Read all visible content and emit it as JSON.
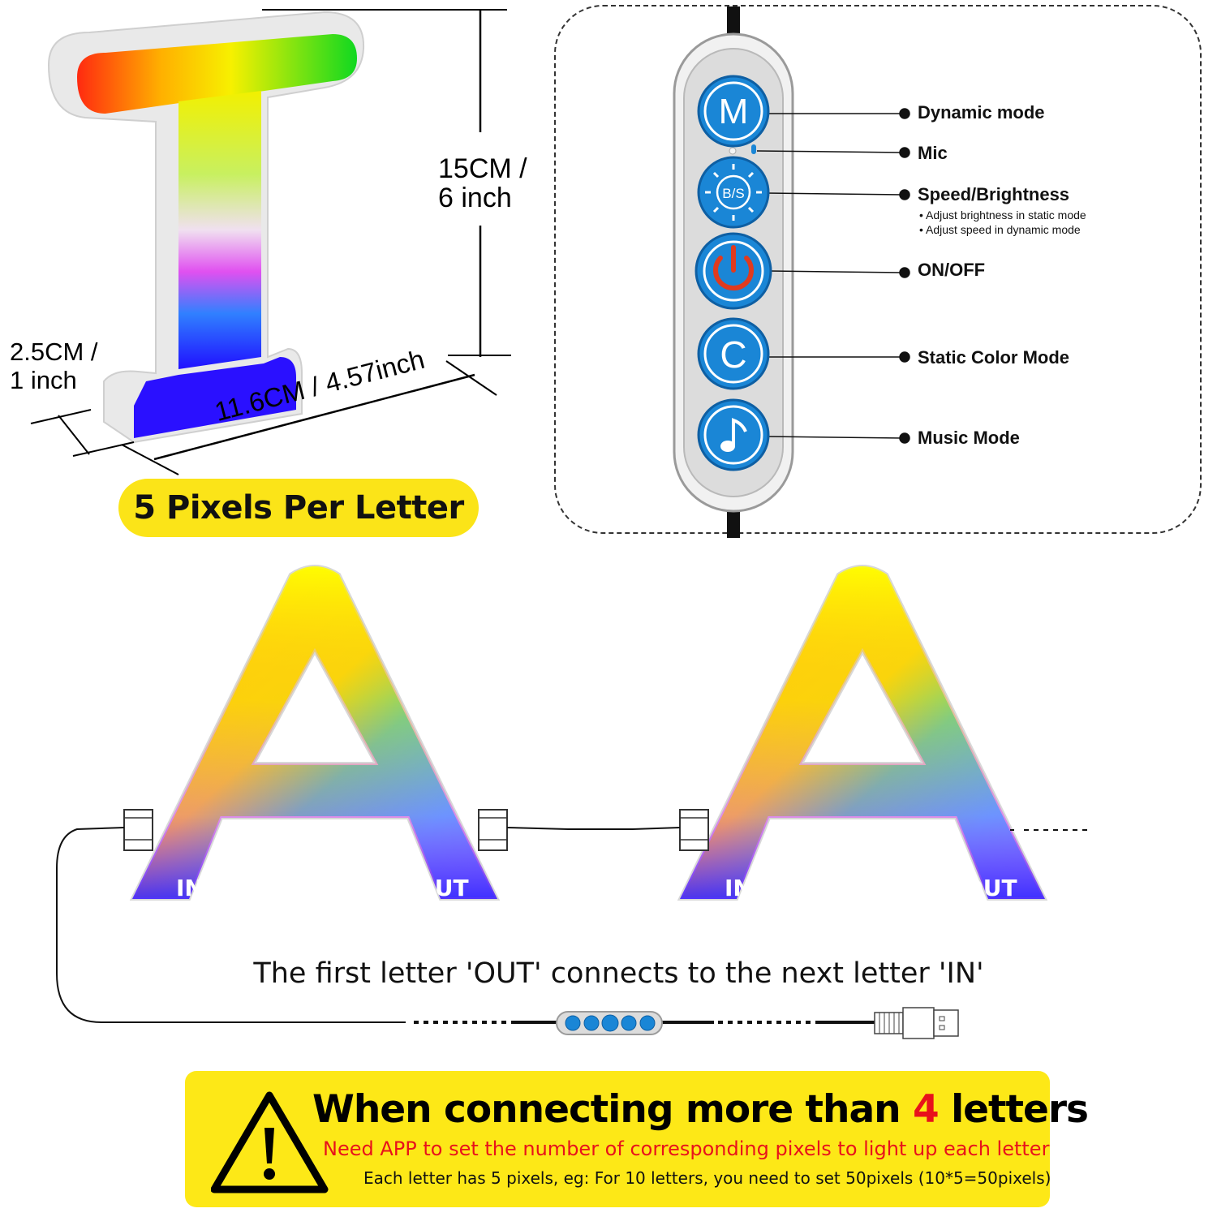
{
  "dimensions": {
    "height": "15CM /\n6 inch",
    "height_line1": "15CM /",
    "height_line2": "6 inch",
    "depth_line1": "2.5CM /",
    "depth_line2": "1 inch",
    "width": "11.6CM / 4.57inch"
  },
  "pixels_badge": "5 Pixels Per Letter",
  "controller": {
    "buttons": [
      {
        "glyph": "M",
        "label": "Dynamic mode"
      },
      {
        "glyph": "",
        "label": "Mic"
      },
      {
        "glyph": "B/S",
        "label": "Speed/Brightness",
        "notes": [
          "Adjust brightness in static mode",
          "Adjust speed in dynamic mode"
        ]
      },
      {
        "glyph": "",
        "label": "ON/OFF"
      },
      {
        "glyph": "C",
        "label": "Static Color Mode"
      },
      {
        "glyph": "",
        "label": "Music Mode"
      }
    ],
    "colors": {
      "button_blue": "#1a86d6",
      "power_red": "#e03a1e"
    }
  },
  "letters": [
    {
      "glyph": "A",
      "in": "IN",
      "out": "OUT"
    },
    {
      "glyph": "A",
      "in": "IN",
      "out": "OUT"
    }
  ],
  "caption": "The first letter 'OUT' connects to the next letter 'IN'",
  "warning": {
    "title_before": "When connecting more than ",
    "title_number": "4",
    "title_after": " letters",
    "red_line": "Need APP to set the number of corresponding pixels to light up each letter",
    "black_line": "Each letter has 5 pixels, eg: For 10 letters, you need to set 50pixels (10*5=50pixels)",
    "colors": {
      "background": "#fde817",
      "accent": "#e8121b"
    }
  }
}
